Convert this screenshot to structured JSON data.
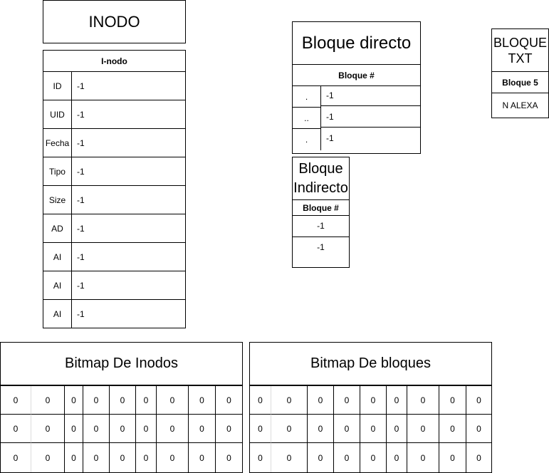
{
  "inodo_title": "INODO",
  "inode_table": {
    "header": "I-nodo",
    "rows": [
      {
        "key": "ID",
        "value": "-1"
      },
      {
        "key": "UID",
        "value": "-1"
      },
      {
        "key": "Fecha",
        "value": "-1"
      },
      {
        "key": "Tipo",
        "value": "-1"
      },
      {
        "key": "Size",
        "value": "-1"
      },
      {
        "key": "AD",
        "value": "-1"
      },
      {
        "key": "AI",
        "value": "-1"
      },
      {
        "key": "AI",
        "value": "-1"
      },
      {
        "key": "AI",
        "value": "-1"
      }
    ]
  },
  "bloque_directo": {
    "title": "Bloque directo",
    "header": "Bloque #",
    "rows": [
      {
        "key": ".",
        "value": "-1"
      },
      {
        "key": "..",
        "value": "-1"
      },
      {
        "key": ".",
        "value": "-1"
      }
    ]
  },
  "bloque_indirecto": {
    "title": "Bloque Indirecto",
    "header": "Bloque #",
    "rows": [
      "-1",
      "-1"
    ]
  },
  "bloque_txt": {
    "title": "BLOQUE TXT",
    "header": "Bloque 5",
    "content": "N ALEXA"
  },
  "bitmap_inodos": {
    "title": "Bitmap De Inodos",
    "rows": [
      [
        "0",
        "0",
        "0",
        "0",
        "0",
        "0",
        "0",
        "0",
        "0"
      ],
      [
        "0",
        "0",
        "0",
        "0",
        "0",
        "0",
        "0",
        "0",
        "0"
      ],
      [
        "0",
        "0",
        "0",
        "0",
        "0",
        "0",
        "0",
        "0",
        "0"
      ]
    ]
  },
  "bitmap_bloques": {
    "title": "Bitmap De bloques",
    "rows": [
      [
        "0",
        "0",
        "0",
        "0",
        "0",
        "0",
        "0",
        "0",
        "0"
      ],
      [
        "0",
        "0",
        "0",
        "0",
        "0",
        "0",
        "0",
        "0",
        "0"
      ],
      [
        "0",
        "0",
        "0",
        "0",
        "0",
        "0",
        "0",
        "0",
        "0"
      ]
    ]
  }
}
